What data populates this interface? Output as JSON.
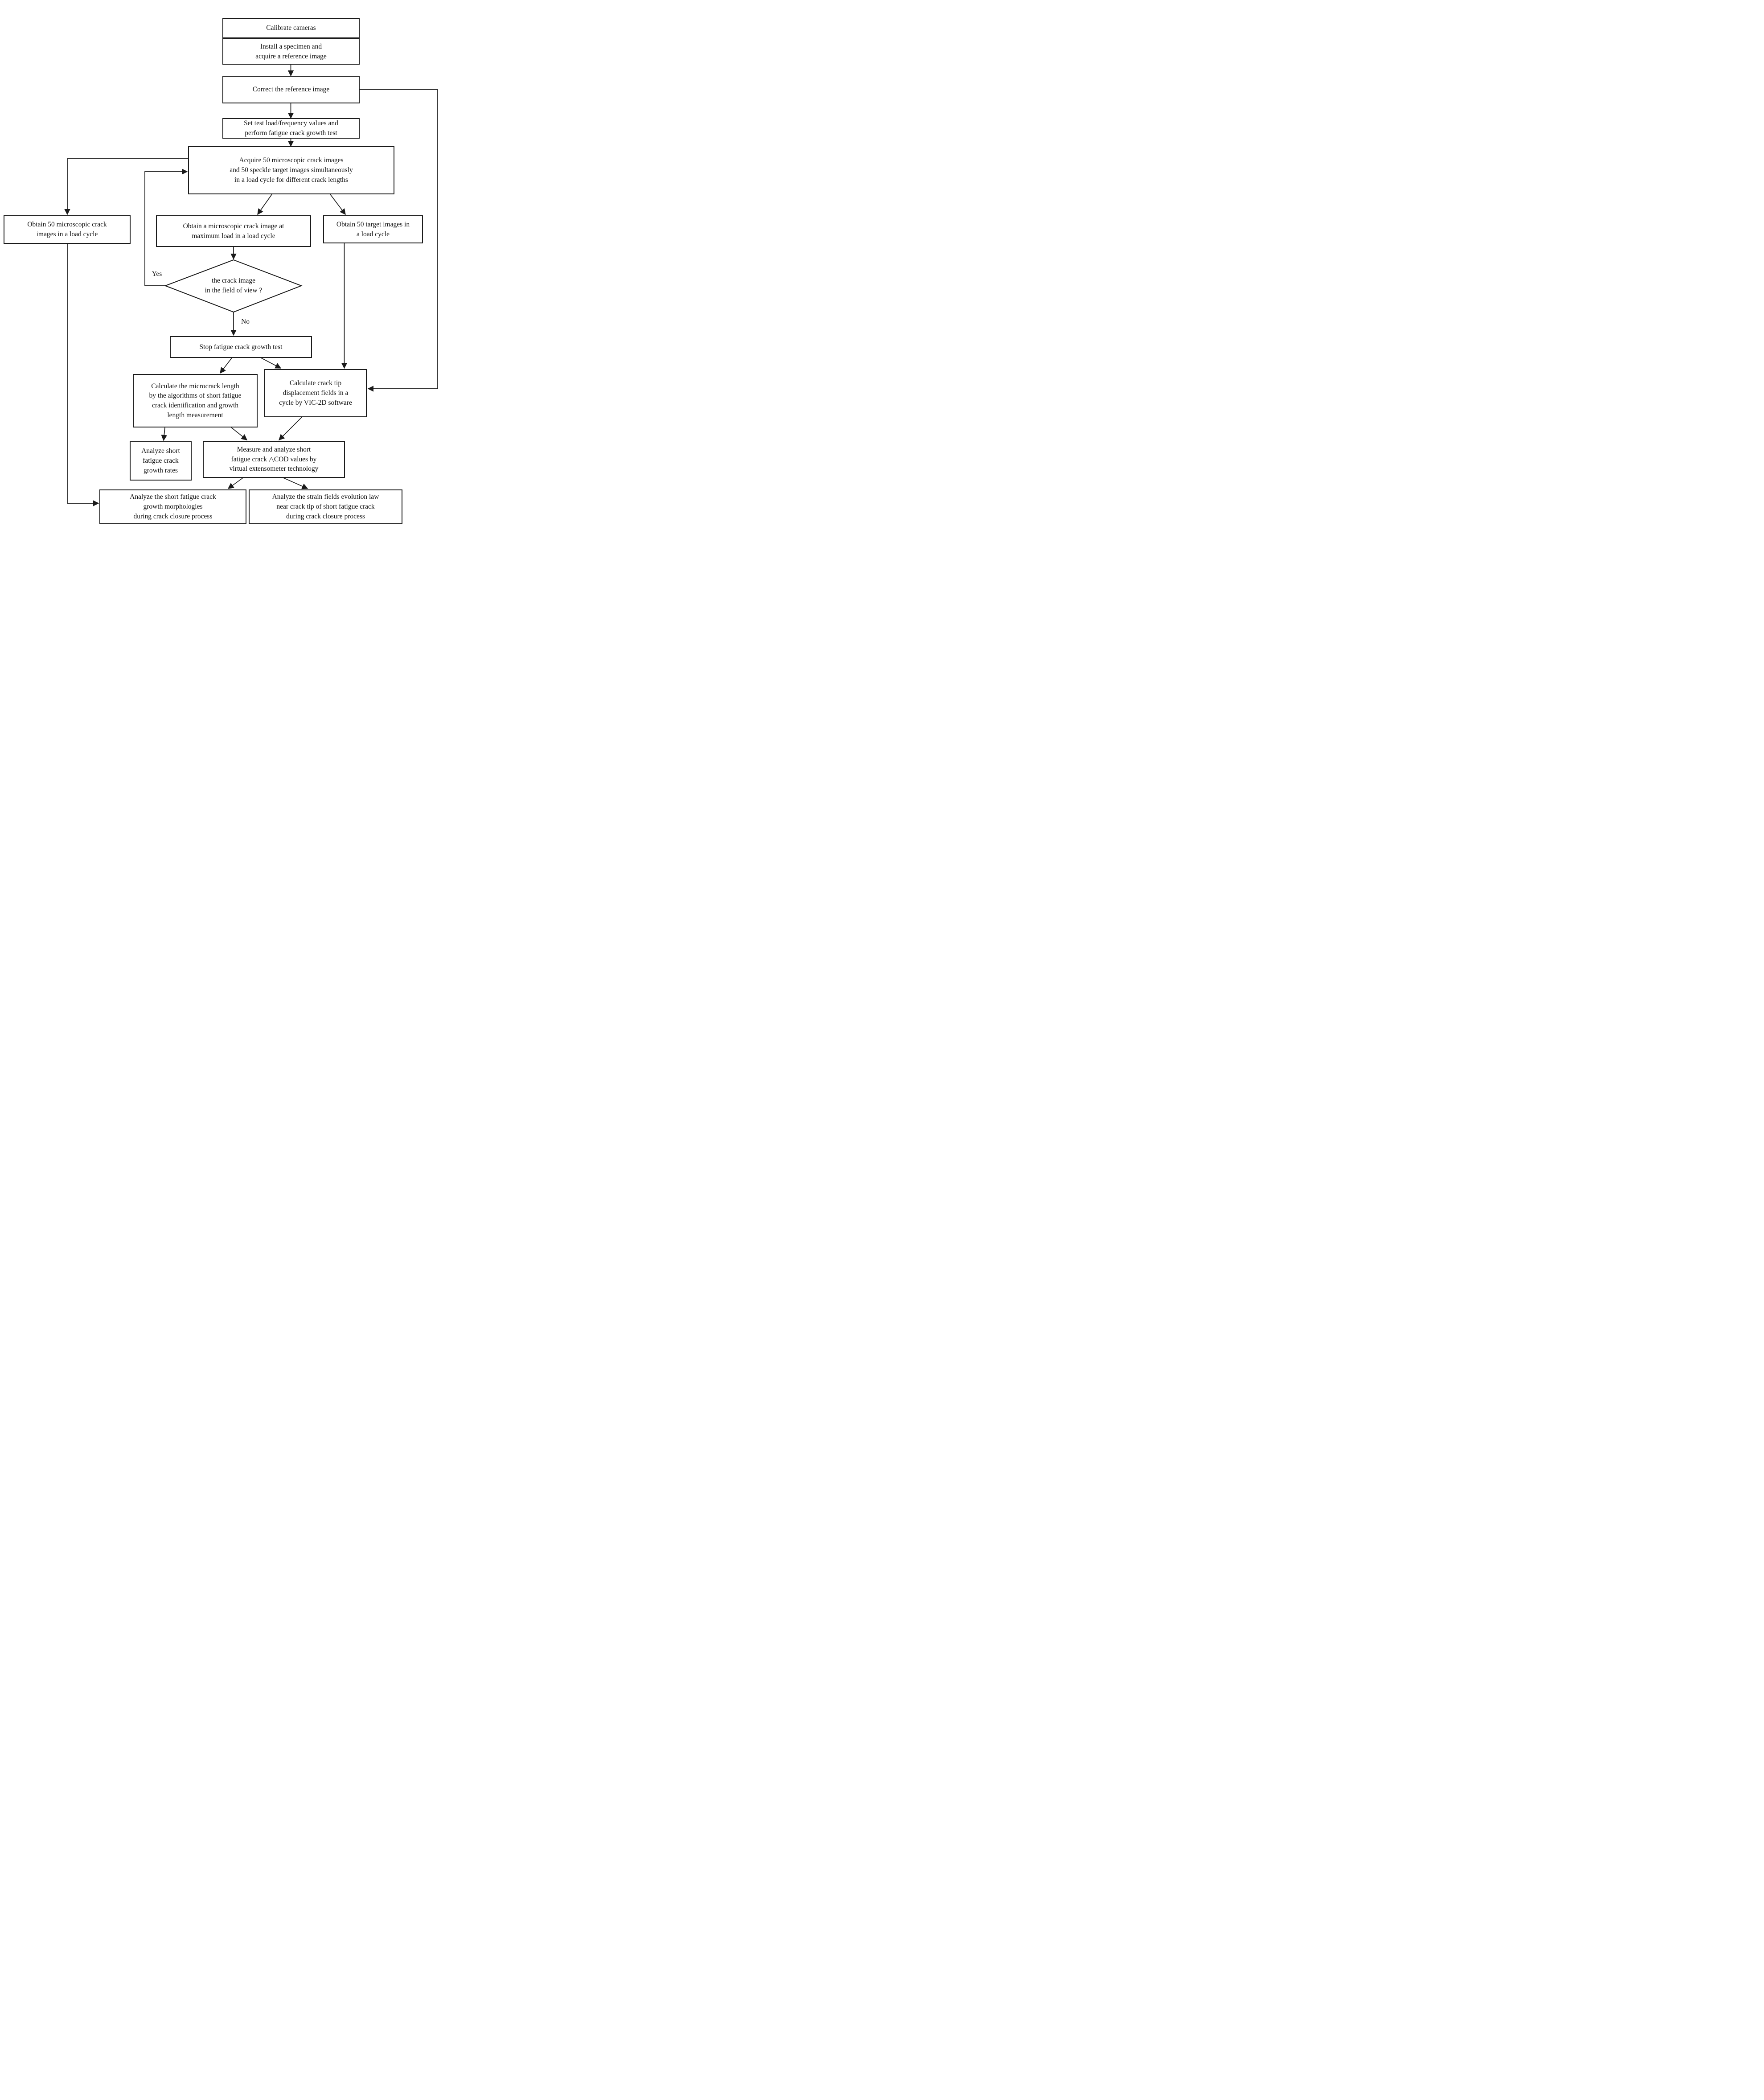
{
  "diagram": {
    "type": "flowchart",
    "colors": {
      "line": "#1a1a1a",
      "background": "#ffffff",
      "text": "#111111"
    },
    "nodes": {
      "calibrate": {
        "label": "Calibrate cameras"
      },
      "install": {
        "label": "Install a specimen and\nacquire a reference image"
      },
      "correct": {
        "label": "Correct the reference image"
      },
      "set_test": {
        "label": "Set test load/frequency values and\nperform fatigue crack growth test"
      },
      "acquire": {
        "label": "Acquire 50 microscopic crack images\nand 50 speckle target images simultaneously\nin a load cycle for different crack lengths"
      },
      "obtain_micro": {
        "label": "Obtain 50 microscopic crack\nimages in a load cycle"
      },
      "obtain_max": {
        "label": "Obtain  a microscopic crack image at\nmaximum load in a load cycle"
      },
      "obtain_target": {
        "label": "Obtain 50 target images in\na load cycle"
      },
      "decision": {
        "label": "the crack image\nin the field of view ?"
      },
      "stop": {
        "label": "Stop fatigue crack growth test"
      },
      "calc_length": {
        "label": "Calculate the microcrack length\nby the algorithms of short fatigue\ncrack identification and growth\nlength measurement"
      },
      "calc_disp": {
        "label": "Calculate crack tip\ndisplacement fields in a\ncycle by VIC-2D software"
      },
      "rates": {
        "label": "Analyze  short\nfatigue crack\ngrowth rates"
      },
      "measure": {
        "label": "Measure and analyze short\nfatigue crack △COD values by\nvirtual extensometer technology"
      },
      "morph": {
        "label": "Analyze the short fatigue  crack\ngrowth morphologies\nduring crack closure process"
      },
      "strain": {
        "label": "Analyze the strain fields evolution law\nnear crack tip  of short fatigue crack\nduring crack closure process"
      }
    },
    "edge_labels": {
      "yes": "Yes",
      "no": "No"
    },
    "edges": [
      {
        "from": "calibrate",
        "to": "install"
      },
      {
        "from": "install",
        "to": "correct"
      },
      {
        "from": "correct",
        "to": "set_test"
      },
      {
        "from": "correct",
        "to": "calc_disp",
        "via": "right-side feedback"
      },
      {
        "from": "set_test",
        "to": "acquire"
      },
      {
        "from": "acquire",
        "to": "obtain_micro"
      },
      {
        "from": "acquire",
        "to": "obtain_max"
      },
      {
        "from": "acquire",
        "to": "obtain_target"
      },
      {
        "from": "obtain_max",
        "to": "decision"
      },
      {
        "from": "decision",
        "to": "acquire",
        "label": "Yes"
      },
      {
        "from": "decision",
        "to": "stop",
        "label": "No"
      },
      {
        "from": "obtain_target",
        "to": "calc_disp"
      },
      {
        "from": "obtain_micro",
        "to": "morph",
        "via": "left-side line"
      },
      {
        "from": "stop",
        "to": "calc_length"
      },
      {
        "from": "stop",
        "to": "calc_disp"
      },
      {
        "from": "calc_length",
        "to": "rates"
      },
      {
        "from": "calc_length",
        "to": "measure"
      },
      {
        "from": "calc_disp",
        "to": "measure"
      },
      {
        "from": "measure",
        "to": "morph"
      },
      {
        "from": "measure",
        "to": "strain"
      }
    ]
  }
}
